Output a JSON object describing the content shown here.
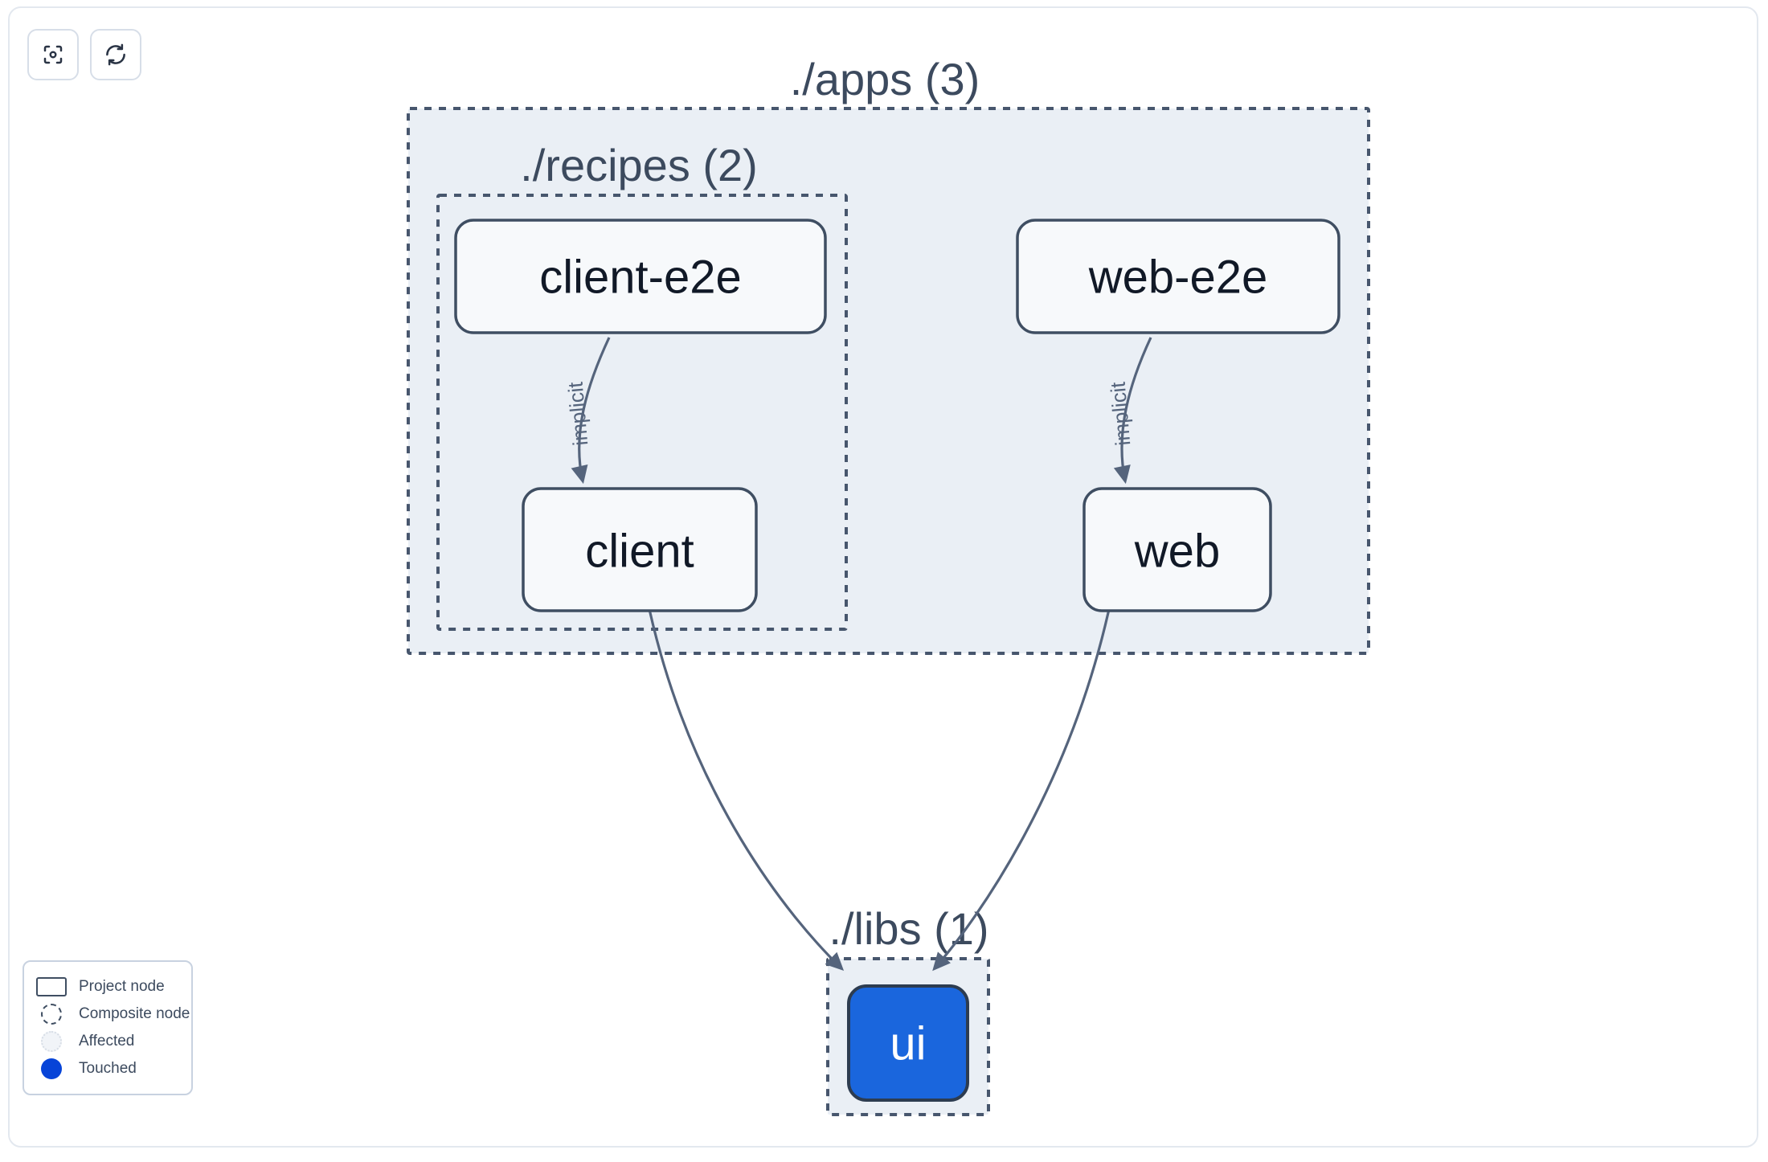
{
  "toolbar": {
    "buttons": [
      {
        "name": "focus-button",
        "icon": "focus-target-icon",
        "title": "Focus"
      },
      {
        "name": "refresh-button",
        "icon": "refresh-icon",
        "title": "Refresh"
      }
    ]
  },
  "graph": {
    "groups": [
      {
        "id": "apps",
        "label": "./apps (3)",
        "count": 3
      },
      {
        "id": "recipes",
        "label": "./recipes (2)",
        "count": 2
      },
      {
        "id": "libs",
        "label": "./libs (1)",
        "count": 1
      }
    ],
    "nodes": [
      {
        "id": "client-e2e",
        "label": "client-e2e",
        "state": "normal"
      },
      {
        "id": "web-e2e",
        "label": "web-e2e",
        "state": "normal"
      },
      {
        "id": "client",
        "label": "client",
        "state": "normal"
      },
      {
        "id": "web",
        "label": "web",
        "state": "normal"
      },
      {
        "id": "ui",
        "label": "ui",
        "state": "touched"
      }
    ],
    "edges": [
      {
        "from": "client-e2e",
        "to": "client",
        "label": "implicit"
      },
      {
        "from": "web-e2e",
        "to": "web",
        "label": "implicit"
      },
      {
        "from": "client",
        "to": "ui",
        "label": ""
      },
      {
        "from": "web",
        "to": "ui",
        "label": ""
      }
    ]
  },
  "legend": {
    "items": [
      {
        "swatch": "project-node-swatch",
        "label": "Project node"
      },
      {
        "swatch": "composite-node-swatch",
        "label": "Composite node"
      },
      {
        "swatch": "affected-swatch",
        "label": "Affected"
      },
      {
        "swatch": "touched-swatch",
        "label": "Touched"
      }
    ]
  },
  "colors": {
    "touched": "#0744d8",
    "node_touched_fill": "#1a66dd",
    "group_fill": "#eaeff5",
    "stroke": "#3f4e62",
    "edge": "#55647c"
  }
}
